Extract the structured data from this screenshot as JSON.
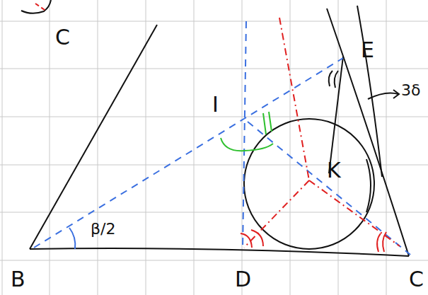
{
  "diagram": {
    "labels": [
      "C",
      "B",
      "D",
      "C",
      "I",
      "K",
      "E",
      "β/2",
      "3δ"
    ]
  }
}
